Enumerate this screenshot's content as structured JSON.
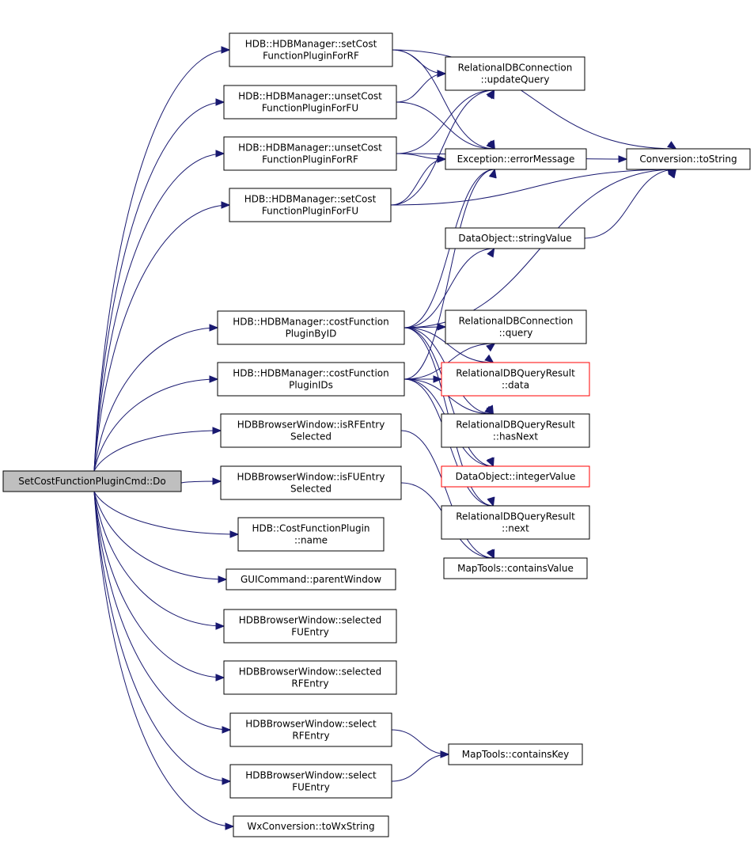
{
  "nodes": {
    "do": [
      "SetCostFunctionPluginCmd::Do"
    ],
    "setRF": [
      "HDB::HDBManager::setCost",
      "FunctionPluginForRF"
    ],
    "unsetFU": [
      "HDB::HDBManager::unsetCost",
      "FunctionPluginForFU"
    ],
    "unsetRF": [
      "HDB::HDBManager::unsetCost",
      "FunctionPluginForRF"
    ],
    "setFU": [
      "HDB::HDBManager::setCost",
      "FunctionPluginForFU"
    ],
    "byID": [
      "HDB::HDBManager::costFunction",
      "PluginByID"
    ],
    "ids": [
      "HDB::HDBManager::costFunction",
      "PluginIDs"
    ],
    "isRF": [
      "HDBBrowserWindow::isRFEntry",
      "Selected"
    ],
    "isFU": [
      "HDBBrowserWindow::isFUEntry",
      "Selected"
    ],
    "name": [
      "HDB::CostFunctionPlugin",
      "::name"
    ],
    "parent": [
      "GUICommand::parentWindow"
    ],
    "selFU": [
      "HDBBrowserWindow::selected",
      "FUEntry"
    ],
    "selRF": [
      "HDBBrowserWindow::selected",
      "RFEntry"
    ],
    "selectRF": [
      "HDBBrowserWindow::select",
      "RFEntry"
    ],
    "selectFU": [
      "HDBBrowserWindow::select",
      "FUEntry"
    ],
    "toWx": [
      "WxConversion::toWxString"
    ],
    "upd": [
      "RelationalDBConnection",
      "::updateQuery"
    ],
    "err": [
      "Exception::errorMessage"
    ],
    "strv": [
      "DataObject::stringValue"
    ],
    "query": [
      "RelationalDBConnection",
      "::query"
    ],
    "data": [
      "RelationalDBQueryResult",
      "::data"
    ],
    "hasNext": [
      "RelationalDBQueryResult",
      "::hasNext"
    ],
    "intv": [
      "DataObject::integerValue"
    ],
    "next": [
      "RelationalDBQueryResult",
      "::next"
    ],
    "contVal": [
      "MapTools::containsValue"
    ],
    "contKey": [
      "MapTools::containsKey"
    ],
    "toString": [
      "Conversion::toString"
    ]
  },
  "incomplete_nodes": [
    "data",
    "intv"
  ],
  "root_node": "do",
  "edges": [
    [
      "do",
      "setRF"
    ],
    [
      "do",
      "unsetFU"
    ],
    [
      "do",
      "unsetRF"
    ],
    [
      "do",
      "setFU"
    ],
    [
      "do",
      "byID"
    ],
    [
      "do",
      "ids"
    ],
    [
      "do",
      "isRF"
    ],
    [
      "do",
      "isFU"
    ],
    [
      "do",
      "name"
    ],
    [
      "do",
      "parent"
    ],
    [
      "do",
      "selFU"
    ],
    [
      "do",
      "selRF"
    ],
    [
      "do",
      "selectRF"
    ],
    [
      "do",
      "selectFU"
    ],
    [
      "do",
      "toWx"
    ],
    [
      "setRF",
      "upd"
    ],
    [
      "setRF",
      "err"
    ],
    [
      "setRF",
      "toString"
    ],
    [
      "unsetFU",
      "upd"
    ],
    [
      "unsetFU",
      "err"
    ],
    [
      "unsetRF",
      "upd"
    ],
    [
      "unsetRF",
      "err"
    ],
    [
      "unsetRF",
      "toString"
    ],
    [
      "setFU",
      "upd"
    ],
    [
      "setFU",
      "err"
    ],
    [
      "setFU",
      "toString"
    ],
    [
      "byID",
      "err"
    ],
    [
      "byID",
      "strv"
    ],
    [
      "byID",
      "toString"
    ],
    [
      "byID",
      "query"
    ],
    [
      "byID",
      "data"
    ],
    [
      "byID",
      "hasNext"
    ],
    [
      "byID",
      "intv"
    ],
    [
      "byID",
      "next"
    ],
    [
      "ids",
      "err"
    ],
    [
      "ids",
      "query"
    ],
    [
      "ids",
      "data"
    ],
    [
      "ids",
      "hasNext"
    ],
    [
      "ids",
      "intv"
    ],
    [
      "ids",
      "next"
    ],
    [
      "isRF",
      "contVal"
    ],
    [
      "isFU",
      "contVal"
    ],
    [
      "selectRF",
      "contKey"
    ],
    [
      "selectFU",
      "contKey"
    ],
    [
      "strv",
      "toString"
    ]
  ]
}
